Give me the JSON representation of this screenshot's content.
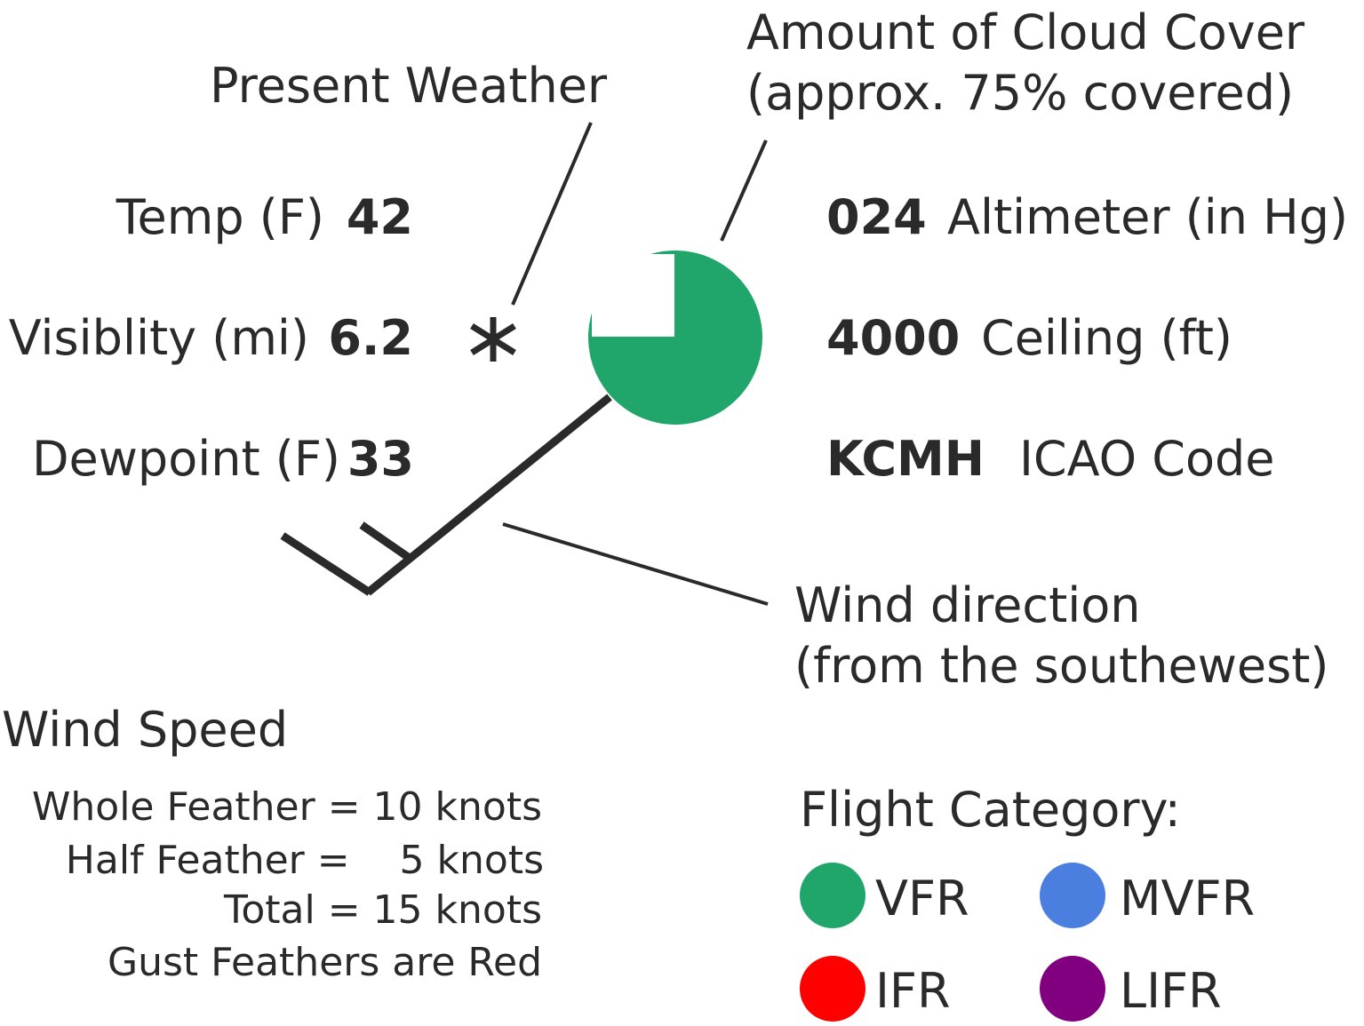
{
  "labels": {
    "present_weather": "Present Weather",
    "cloud_cover_line1": "Amount of Cloud Cover",
    "cloud_cover_line2": "(approx. 75% covered)",
    "wind_direction_line1": "Wind direction",
    "wind_direction_line2": "(from the southewest)"
  },
  "left_values": {
    "temp_label": "Temp (F)",
    "temp_value": "42",
    "visibility_label": "Visiblity (mi)",
    "visibility_value": "6.2",
    "dewpoint_label": "Dewpoint (F)",
    "dewpoint_value": "33"
  },
  "right_values": {
    "altimeter_value": "024",
    "altimeter_label": "Altimeter (in Hg)",
    "ceiling_value": "4000",
    "ceiling_label": "Ceiling (ft)",
    "icao_value": "KCMH",
    "icao_label": "ICAO Code"
  },
  "weather_symbol": "*",
  "cloud_cover_fraction": 0.75,
  "station_color": "#20a66b",
  "wind_speed": {
    "title": "Wind Speed",
    "line1": "Whole Feather = 10 knots",
    "line2": "Half Feather =    5 knots",
    "line3": "Total = 15 knots",
    "line4": "Gust Feathers are Red"
  },
  "flight_category": {
    "title": "Flight Category:",
    "items": [
      {
        "label": "VFR",
        "color": "#20a66b"
      },
      {
        "label": "MVFR",
        "color": "#4a7fe0"
      },
      {
        "label": "IFR",
        "color": "#ff0000"
      },
      {
        "label": "LIFR",
        "color": "#800080"
      }
    ]
  }
}
